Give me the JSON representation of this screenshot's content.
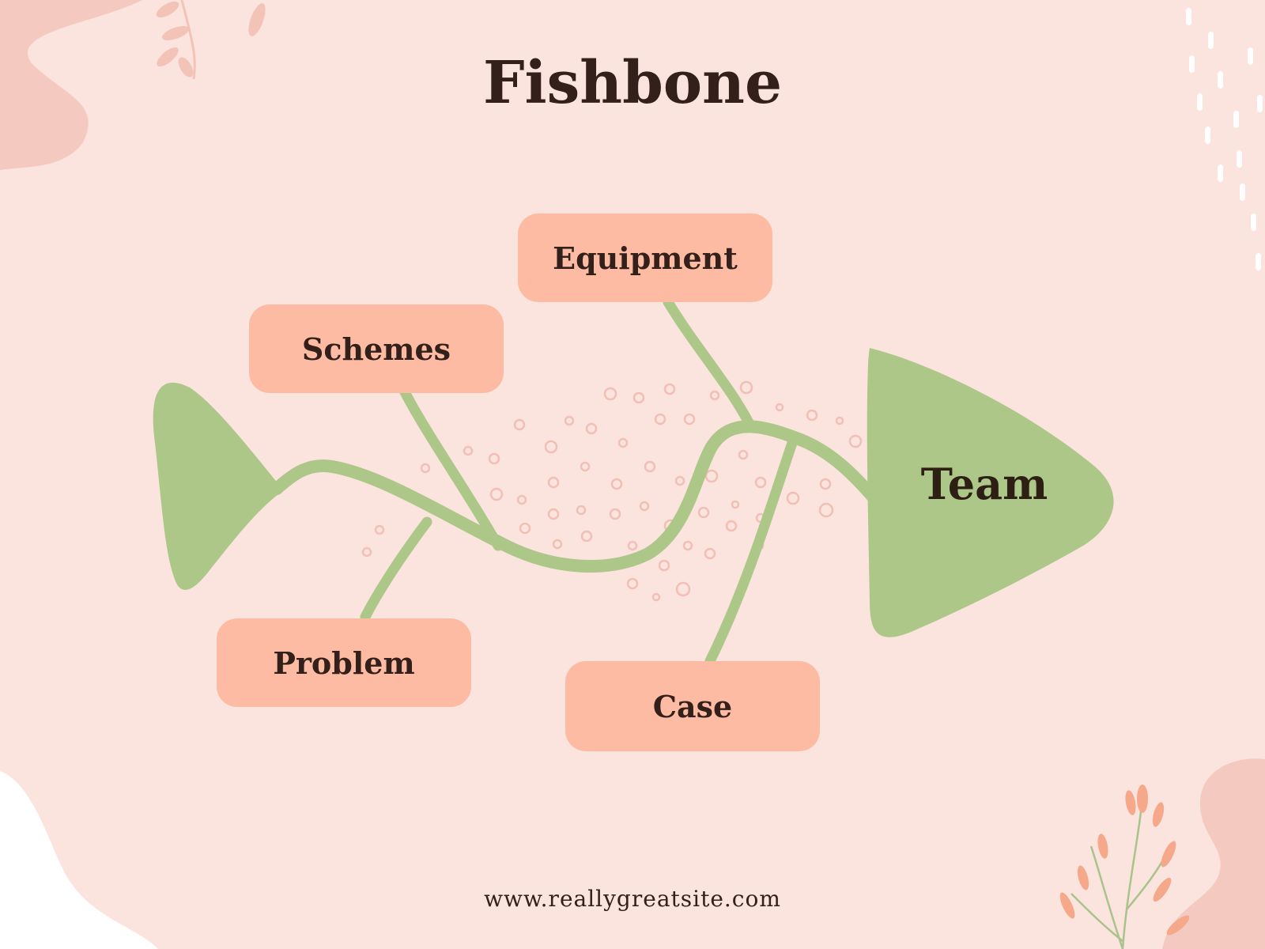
{
  "diagram": {
    "title": "Fishbone",
    "head": "Team",
    "causes": {
      "equipment": "Equipment",
      "schemes": "Schemes",
      "problem": "Problem",
      "case": "Case"
    }
  },
  "footer": {
    "url": "www.reallygreatsite.com"
  },
  "colors": {
    "background": "#fbe3de",
    "bone": "#adc789",
    "label_box": "#fdbba4",
    "text": "#33201a",
    "decor_blob": "#f4c9c0"
  }
}
